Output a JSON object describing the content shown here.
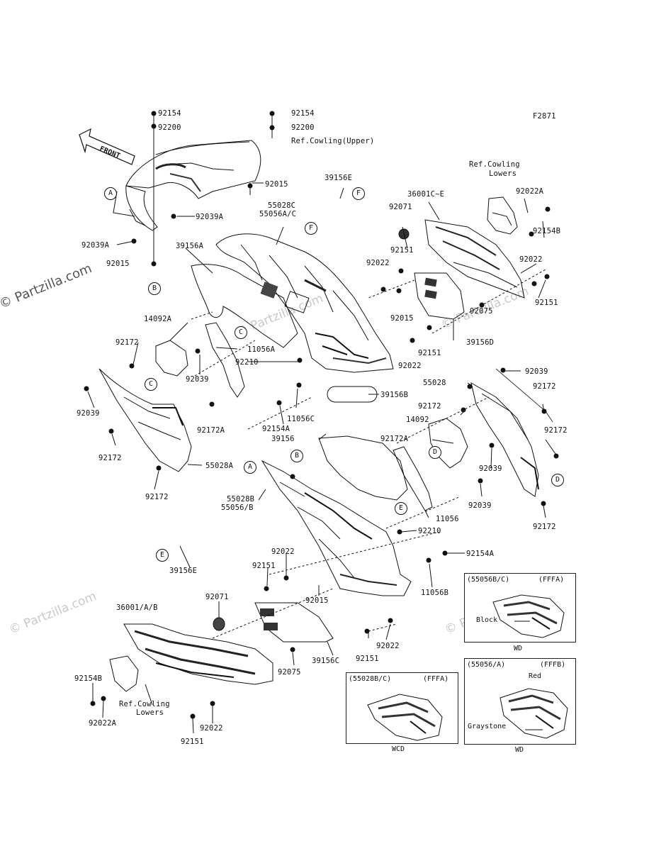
{
  "diagram": {
    "code": "F2871",
    "front": "FRONT",
    "watermark": "© Partzilla.com",
    "labels": {
      "p92154_top_l": "92154",
      "p92200_top_l": "92200",
      "p92154_top_r": "92154",
      "p92200_top_r": "92200",
      "ref_cowl_upper": "Ref.Cowling(Upper)",
      "p92015_a": "92015",
      "p92039A_a": "92039A",
      "p92039A_b": "92039A",
      "p92015_b": "92015",
      "p39156A": "39156A",
      "p55028C": "55028C",
      "p55056AC": "55056A/C",
      "p39156E_top": "39156E",
      "ref_cowl_lowers_top": "Ref.Cowling",
      "ref_cowl_lowers_top2": "Lowers",
      "p92022A_top": "92022A",
      "p36001CE": "36001C~E",
      "p92071_top": "92071",
      "p92154B_top": "92154B",
      "p92151_a": "92151",
      "p92022_a": "92022",
      "p92022_b": "92022",
      "p92015_c": "92015",
      "p92151_b": "92151",
      "p92075_top": "92075",
      "p39156D": "39156D",
      "p92151_c": "92151",
      "p92022_c": "92022",
      "p14092A": "14092A",
      "p92172_a": "92172",
      "p11056A": "11056A",
      "p92039_a": "92039",
      "p92210_a": "92210",
      "p11056C": "11056C",
      "p39156B": "39156B",
      "p92154A_a": "92154A",
      "p92172A_a": "92172A",
      "p92039_b": "92039",
      "p92172_b": "92172",
      "p55028A": "55028A",
      "p92172_c": "92172",
      "p92039_r": "92039",
      "p55028": "55028",
      "p92172_r1": "92172",
      "p92172_r2": "92172",
      "p14092": "14092",
      "p92172_r3": "92172",
      "p39156": "39156",
      "p92172A_b": "92172A",
      "p92039_c": "92039",
      "p92039_d": "92039",
      "p92172_r4": "92172",
      "p55028B": "55028B",
      "p55056B": "55056/B",
      "p11056": "11056",
      "p92210_b": "92210",
      "p92154A_b": "92154A",
      "p11056B": "11056B",
      "p92022_d": "92022",
      "p92151_d": "92151",
      "p92015_d": "92015",
      "p39156E_bot": "39156E",
      "p92071_bot": "92071",
      "p36001AB": "36001/A/B",
      "p92151_e": "92151",
      "p92022_e": "92022",
      "p39156C": "39156C",
      "p92075_bot": "92075",
      "p92154B_bot": "92154B",
      "ref_cowl_lowers_bot": "Ref.Cowling",
      "ref_cowl_lowers_bot2": "Lowers",
      "p92022A_bot": "92022A",
      "p92022_f": "92022",
      "p92151_f": "92151"
    },
    "callouts": {
      "A1": "A",
      "B1": "B",
      "C1": "C",
      "C2": "C",
      "F1": "F",
      "F2": "F",
      "A2": "A",
      "B2": "B",
      "D1": "D",
      "D2": "D",
      "E1": "E",
      "E2": "E"
    },
    "inset_boxes": [
      {
        "title": "(55056B/C)",
        "code": "(FFFA)",
        "note1": "Block",
        "note2": "",
        "caption": "WD"
      },
      {
        "title": "(55056/A)",
        "code": "(FFFB)",
        "note1": "Red",
        "note2": "Graystone",
        "caption": "WD"
      },
      {
        "title": "(55028B/C)",
        "code": "(FFFA)",
        "note1": "",
        "note2": "",
        "caption": "WCD"
      }
    ]
  }
}
